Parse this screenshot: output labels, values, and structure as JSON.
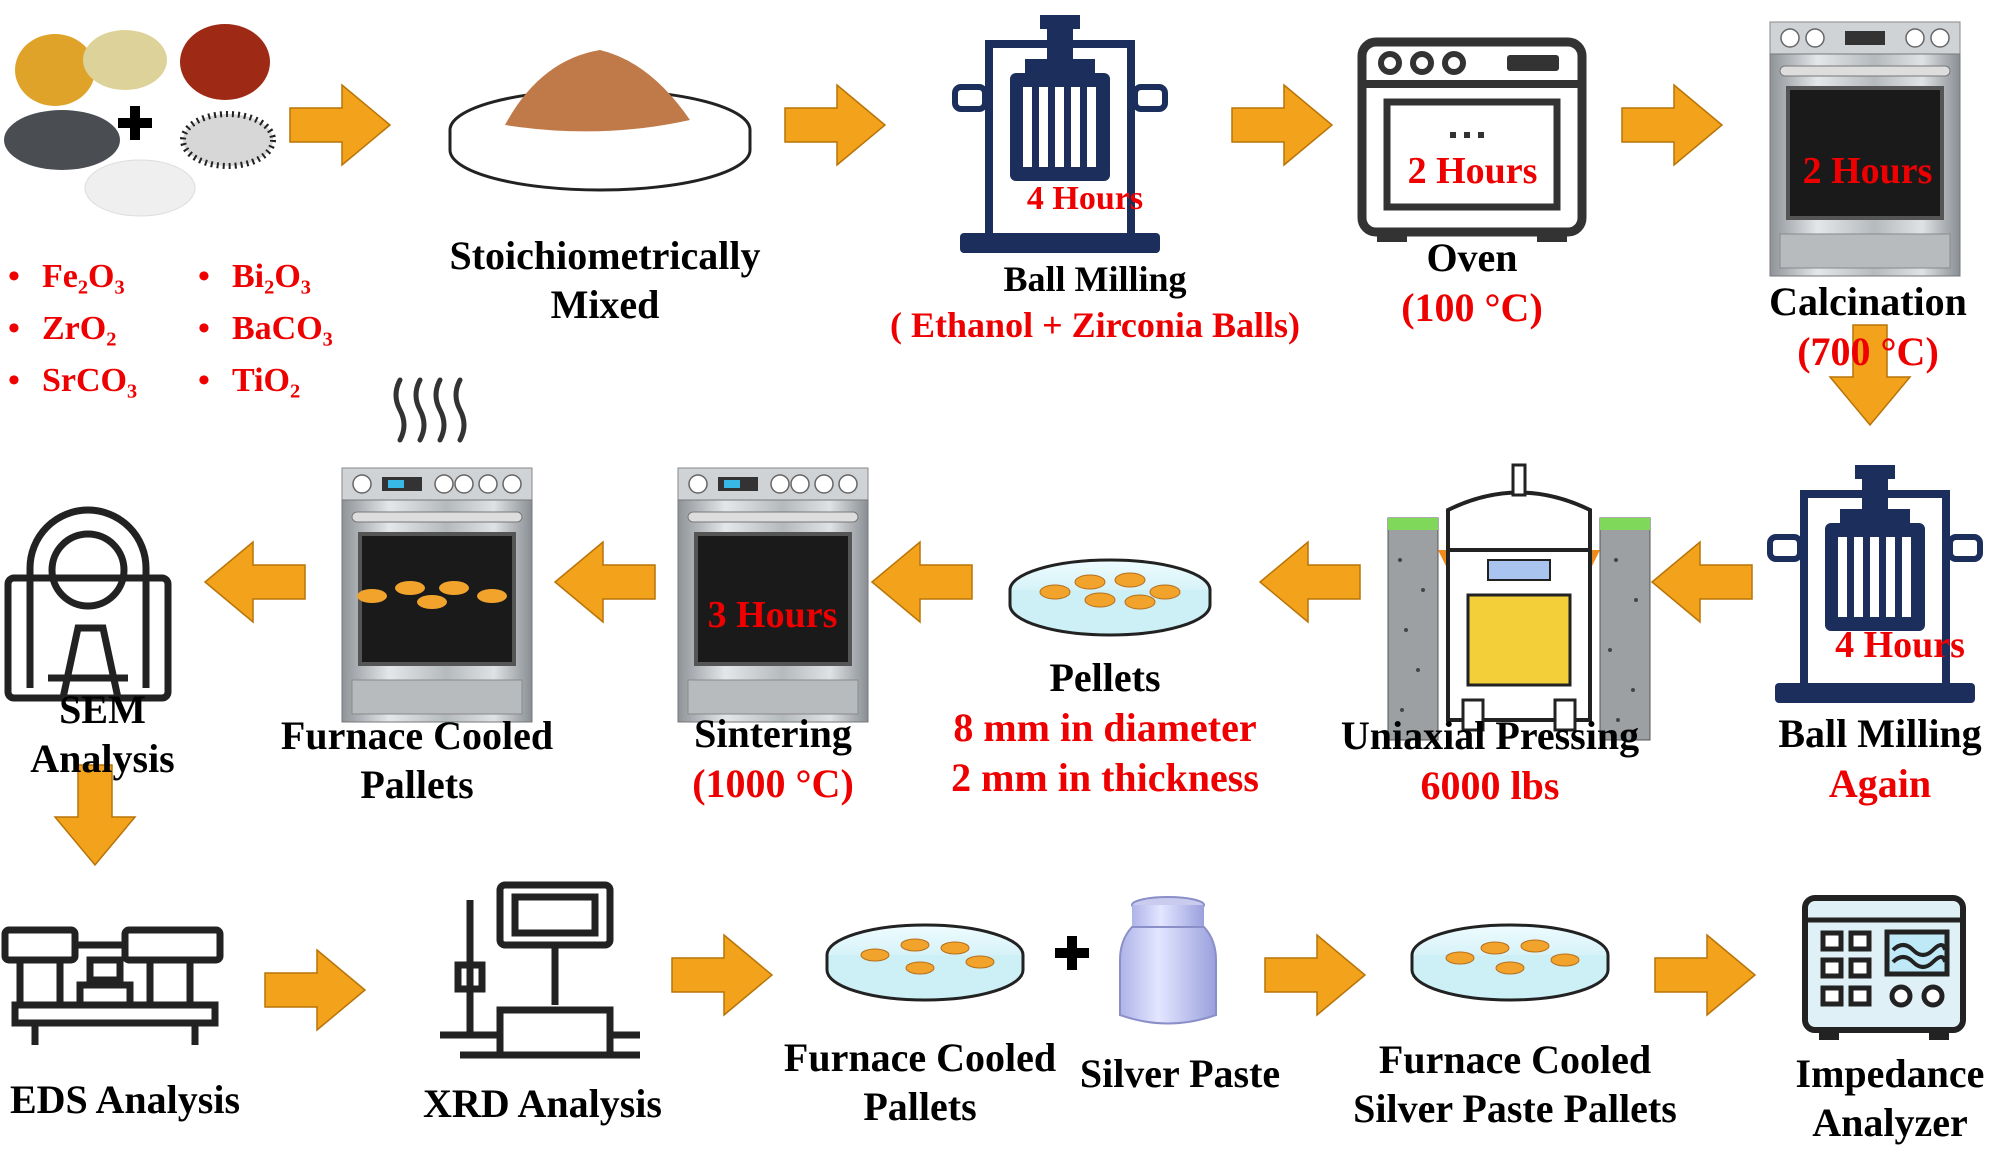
{
  "colors": {
    "arrow": "#f3a21b",
    "red_text": "#ee0000",
    "pellet": "#f2a32c",
    "dish": "#d8f3f7",
    "oven_steel": "#bfc3c6",
    "icon_navy": "#1c2f5c"
  },
  "materials": {
    "items": [
      {
        "formula": "Fe₂O₃"
      },
      {
        "formula": "Bi₂O₃"
      },
      {
        "formula": "ZrO₂"
      },
      {
        "formula": "BaCO₃"
      },
      {
        "formula": "SrCO₃"
      },
      {
        "formula": "TiO₂"
      }
    ]
  },
  "steps": {
    "mixed": {
      "line1": "Stoichiometrically",
      "line2": "Mixed"
    },
    "ball_mill_1": {
      "title": "Ball Milling",
      "detail": "( Ethanol + Zirconia Balls)",
      "time": "4 Hours"
    },
    "oven": {
      "title": "Oven",
      "detail": "(100 °C)",
      "time": "2 Hours"
    },
    "calcination": {
      "title": "Calcination",
      "detail": "(700 °C)",
      "time": "2 Hours"
    },
    "ball_mill_2": {
      "title": "Ball Milling",
      "detail": "Again",
      "time": "4 Hours"
    },
    "pressing": {
      "title": "Uniaxial Pressing",
      "detail": "6000 lbs"
    },
    "pellets": {
      "title": "Pellets",
      "detail1": "8 mm in diameter",
      "detail2": "2 mm in thickness"
    },
    "sintering": {
      "title": "Sintering",
      "detail": "(1000 °C)",
      "time": "3 Hours"
    },
    "furnace_cooled": {
      "line1": "Furnace Cooled",
      "line2": "Pallets"
    },
    "sem": {
      "line1": "SEM",
      "line2": "Analysis"
    },
    "eds": {
      "title": "EDS Analysis"
    },
    "xrd": {
      "title": "XRD Analysis"
    },
    "furnace_cooled_2": {
      "line1": "Furnace Cooled",
      "line2": "Pallets"
    },
    "silver_paste": {
      "title": "Silver Paste"
    },
    "silver_pallets": {
      "line1": "Furnace Cooled",
      "line2": "Silver Paste Pallets"
    },
    "impedance": {
      "line1": "Impedance",
      "line2": "Analyzer"
    }
  }
}
